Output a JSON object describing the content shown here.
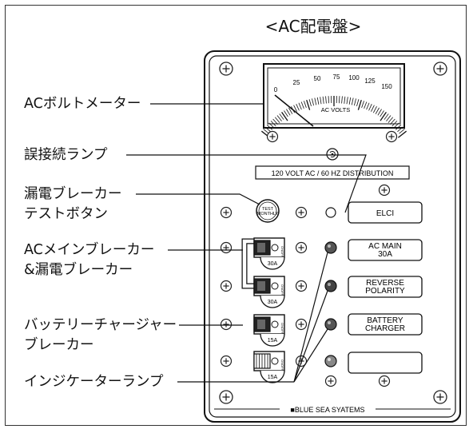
{
  "title": "<AC配電盤>",
  "labels": {
    "ac_voltmeter": "ACボルトメーター",
    "miswire_lamp": "誤接続ランプ",
    "elci_test_l1": "漏電ブレーカー",
    "elci_test_l2": "テストボタン",
    "ac_main_l1": "ACメインブレーカー",
    "ac_main_l2": "&漏電ブレーカー",
    "battery_l1": "バッテリーチャージャー",
    "battery_l2": "ブレーカー",
    "indicator_lamp": "インジケーターランプ"
  },
  "meter": {
    "scale": [
      "0",
      "25",
      "50",
      "75",
      "100",
      "125",
      "150"
    ],
    "unit": "AC VOLTS"
  },
  "panel": {
    "banner": "120 VOLT AC / 60 HZ DISTRIBUTION",
    "test_button": [
      "TEST",
      "MONTHLY"
    ],
    "breakers": [
      "30A",
      "30A",
      "15A",
      "15A"
    ],
    "toggle_on": "ON",
    "toggle_off": "OFF",
    "buttons": [
      "ELCI",
      "AC MAIN\n30A",
      "REVERSE\nPOLARITY",
      "BATTERY\nCHARGER",
      ""
    ],
    "brand": "■BLUE SEA SYATEMS"
  }
}
